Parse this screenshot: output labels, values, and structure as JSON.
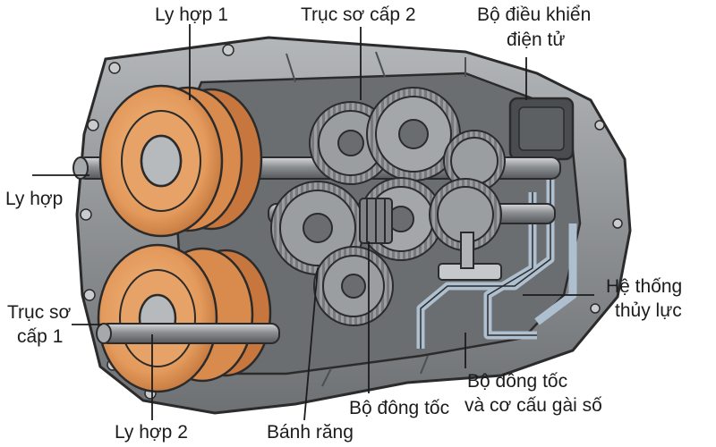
{
  "labels": {
    "clutch_1": "Ly hợp 1",
    "secondary_shaft_2": "Trục sơ cấp 2",
    "controller_line1": "Bộ điều khiển",
    "controller_line2": "điện tử",
    "clutch": "Ly hợp",
    "hydraulic_line1": "Hệ thống",
    "hydraulic_line2": "thủy lực",
    "primary_shaft_line1": "Trục sơ",
    "primary_shaft_line2": "cấp 1",
    "synchro_mech_line1": "Bộ dồng tốc",
    "synchro_mech_line2": "và cơ cấu gài số",
    "synchronizer": "Bộ đông tốc",
    "clutch_2": "Ly hợp 2",
    "gears": "Bánh răng"
  },
  "colors": {
    "casing": "#8e9194",
    "casing_dark": "#5f6265",
    "casing_light": "#c3c5c7",
    "clutch_orange": "#e9a064",
    "clutch_orange_dark": "#c7773d",
    "shaft": "#8a8d90",
    "gear": "#9b9ea1",
    "gear_dark": "#6a6d70",
    "hydraulic": "#aebfd0",
    "controller": "#4a4d50",
    "outline": "#2b2b2b"
  }
}
